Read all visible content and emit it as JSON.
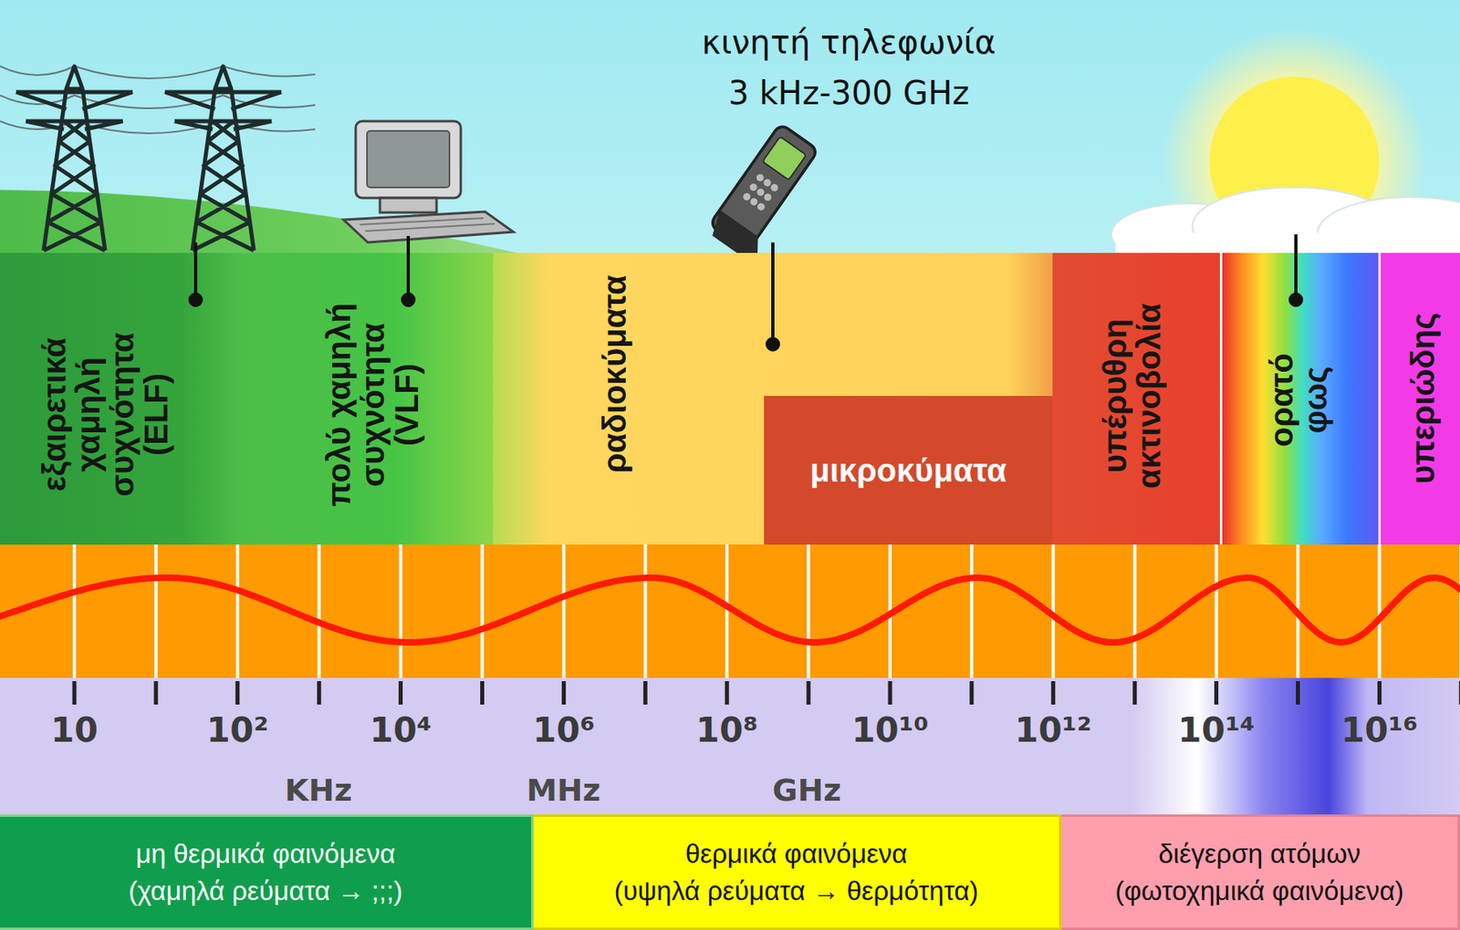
{
  "diagram": {
    "nodes": [
      {
        "text": [
          "εξαιρετικά χαμηλή συχνότητα (ELF)"
        ]
      },
      {
        "text": [
          "πολύ χαμηλή συχνότητα (VLF)"
        ]
      },
      {
        "text": [
          "ραδιοκύματα"
        ]
      },
      {
        "text": [
          "μικροκύματα"
        ],
        "in": 2
      },
      {
        "text": [
          "υπέρυθρη ακτινοβολία"
        ]
      },
      {
        "text": [
          "ορατό φως"
        ]
      },
      {
        "text": [
          "υπεριώδης"
        ]
      },
      {
        "text": [
          "μη θερμικά φαινόμενα",
          "(χαμηλά ρεύματα → ;;;)"
        ]
      },
      {
        "text": [
          "θερμικά φαινόμενα",
          "(υψηλά ρεύματα → θερμότητα)"
        ]
      },
      {
        "text": [
          "διέγερση ατόμων",
          "(φωτοχημικά φαινόμενα)"
        ]
      }
    ],
    "labels": [
      "κινητή τηλεφωνία",
      "3 kHz-300 GHz",
      "10",
      "10²",
      "10⁴",
      "10⁶",
      "10⁸",
      "10¹⁰",
      "10¹²",
      "10¹⁴",
      "10¹⁶",
      "KHz",
      "MHz",
      "GHz"
    ]
  }
}
